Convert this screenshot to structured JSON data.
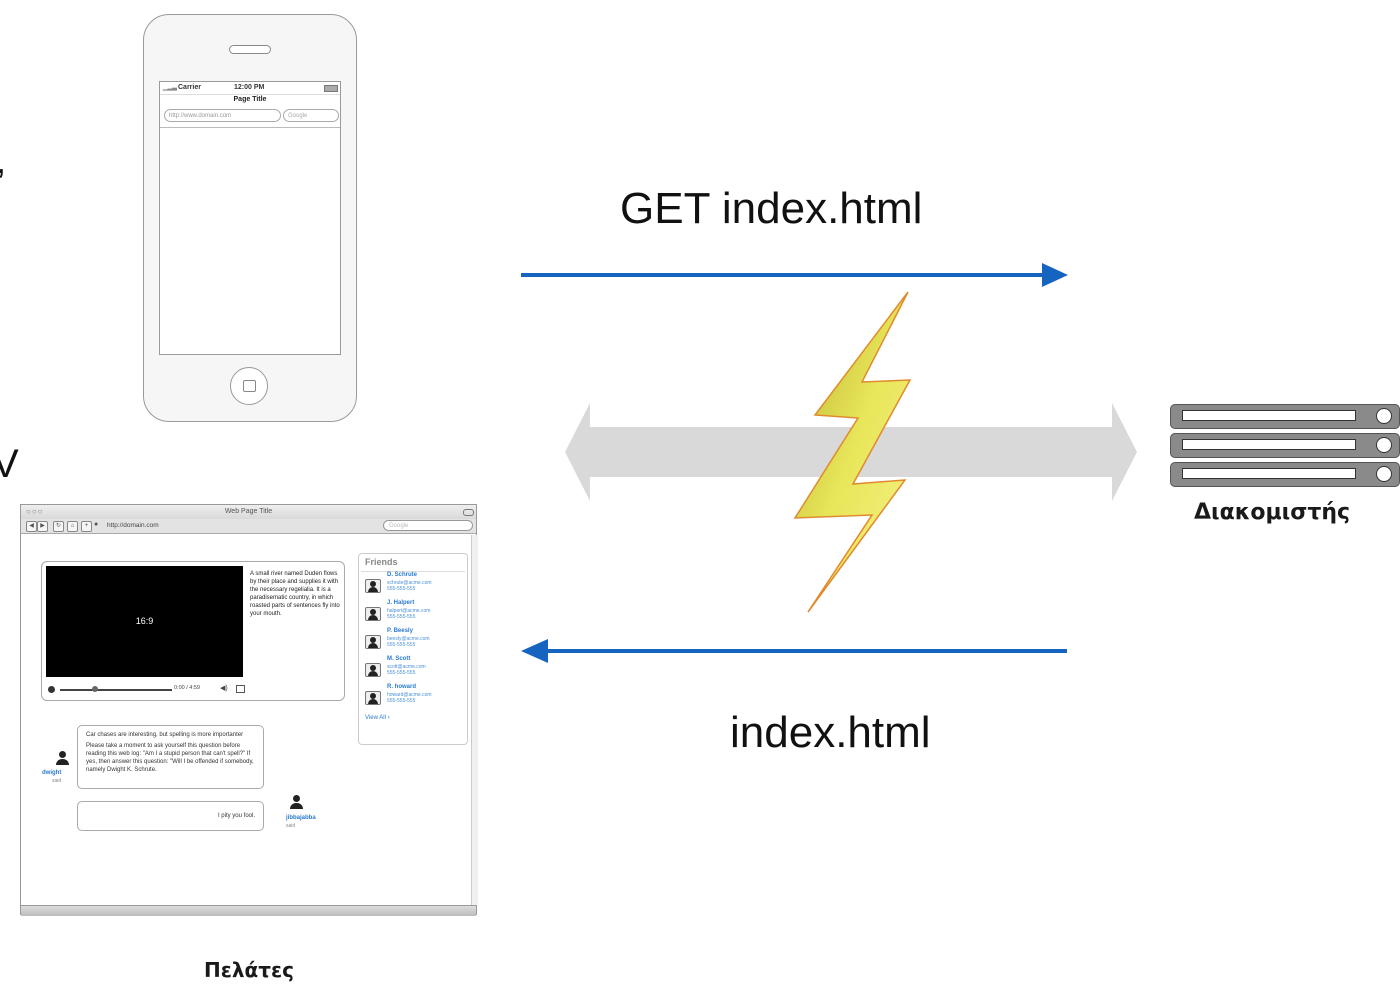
{
  "labels": {
    "request": "GET index.html",
    "response": "index.html",
    "server": "Διακομιστής",
    "clients": "Πελάτες",
    "edge_left_top": ",",
    "edge_left_v": "V"
  },
  "phone": {
    "carrier": "Carrier",
    "time": "12:00 PM",
    "page_title": "Page Title",
    "url_placeholder": "http://www.domain.com",
    "search_placeholder": "Google"
  },
  "browser": {
    "window_title": "Web Page Title",
    "url": "http://domain.com",
    "search_placeholder": "Google",
    "video_label": "16:9",
    "video_text": "A small river named Duden flows by their place and supplies it with the necessary regelialia. It is a paradisematic country, in which roasted parts of sentences fly into your mouth.",
    "video_time": "0:00 / 4:59",
    "friends_title": "Friends",
    "friends": [
      {
        "name": "D. Schrute",
        "email": "schrute@acme.com",
        "phone": "555-555-555"
      },
      {
        "name": "J. Halpert",
        "email": "halpert@acme.com",
        "phone": "555-555-555"
      },
      {
        "name": "P. Beesly",
        "email": "beesly@acme.com",
        "phone": "555-555-555"
      },
      {
        "name": "M. Scott",
        "email": "scott@acme.com",
        "phone": "555-555-555"
      },
      {
        "name": "R. howard",
        "email": "howard@acme.com",
        "phone": "555-555-555"
      }
    ],
    "view_all": "View All ›",
    "comment1": {
      "line1": "Car chases are interesting, but spelling is more importanter",
      "line2": "Please take a moment to ask yourself this question before reading this web log: \"Am I a stupid person that can't spell?\" If yes, then answer this question: \"Will I be offended if somebody, namely Dwight K. Schrute.",
      "author": "dwight",
      "said": "said"
    },
    "comment2": {
      "text": "I pity you fool.",
      "author": "jibbajabba",
      "said": "said"
    }
  },
  "colors": {
    "arrow_blue": "#1565c0",
    "double_arrow_gray": "#d9d9d9",
    "bolt_fill": "#e8e65a",
    "bolt_stroke": "#e08a2c"
  }
}
